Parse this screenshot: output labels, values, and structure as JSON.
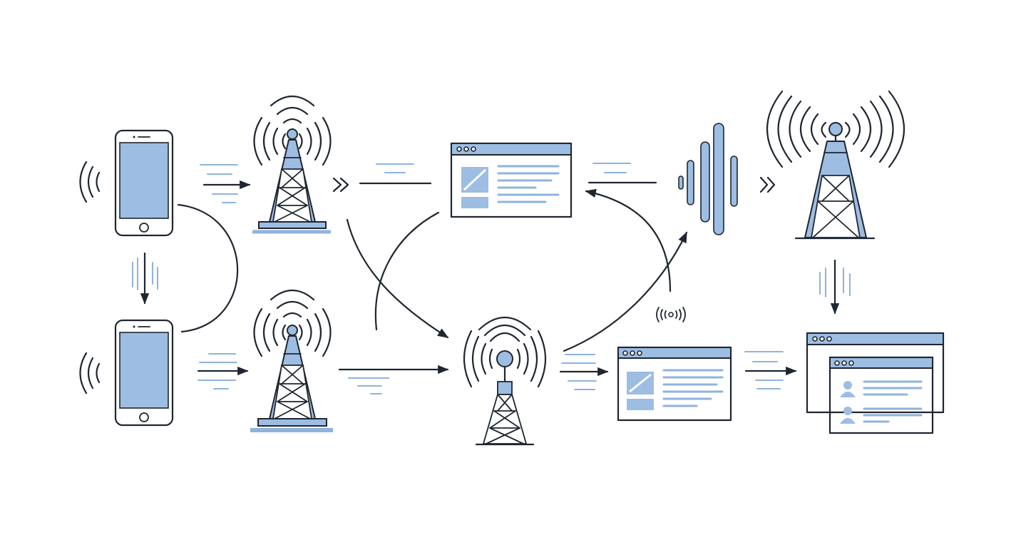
{
  "diagram": {
    "title": "",
    "colors": {
      "ink": "#1f2630",
      "accent": "#9dbde3",
      "accent_line": "#8fb3dc",
      "background": "#ffffff"
    },
    "nodes": [
      {
        "id": "phone-top",
        "icon": "smartphone-icon"
      },
      {
        "id": "phone-bottom",
        "icon": "smartphone-icon"
      },
      {
        "id": "tower-top-left",
        "icon": "cell-tower-icon"
      },
      {
        "id": "tower-bottom-left",
        "icon": "cell-tower-icon"
      },
      {
        "id": "browser-top-center",
        "icon": "browser-window-icon"
      },
      {
        "id": "tower-bottom-center",
        "icon": "cell-tower-icon"
      },
      {
        "id": "signal-wave",
        "icon": "signal-wave-icon"
      },
      {
        "id": "tower-top-right",
        "icon": "cell-tower-icon"
      },
      {
        "id": "browser-bottom-right-center",
        "icon": "browser-window-icon"
      },
      {
        "id": "profile-windows",
        "icon": "profile-window-icon"
      }
    ],
    "edges": [
      {
        "from": "phone-top",
        "to": "tower-top-left"
      },
      {
        "from": "phone-top",
        "to": "phone-bottom"
      },
      {
        "from": "phone-bottom",
        "to": "tower-bottom-left"
      },
      {
        "from": "tower-top-left",
        "to": "browser-top-center"
      },
      {
        "from": "tower-top-left",
        "to": "tower-bottom-center"
      },
      {
        "from": "tower-bottom-left",
        "to": "tower-bottom-center"
      },
      {
        "from": "tower-bottom-center",
        "to": "browser-bottom-right-center"
      },
      {
        "from": "tower-bottom-center",
        "to": "signal-wave"
      },
      {
        "from": "signal-wave",
        "to": "browser-top-center"
      },
      {
        "from": "browser-top-center",
        "to": "signal-wave"
      },
      {
        "from": "signal-wave",
        "to": "tower-top-right"
      },
      {
        "from": "tower-top-right",
        "to": "profile-windows"
      },
      {
        "from": "browser-bottom-right-center",
        "to": "profile-windows"
      }
    ]
  }
}
